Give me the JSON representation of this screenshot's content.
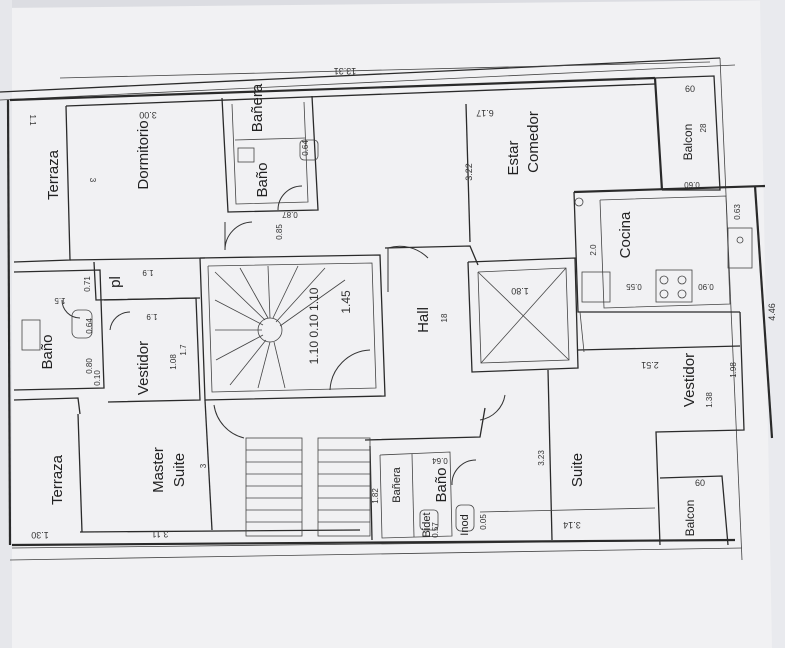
{
  "rooms": {
    "terraza_top": "Terraza",
    "dormitorio": "Dormitorio",
    "bano_top": "Baño",
    "banera_top": "Bañera",
    "estar": "Estar",
    "comedor": "Comedor",
    "balcon_top": "Balcon",
    "cocina": "Cocina",
    "pl": "pl",
    "bano_left": "Baño",
    "vestidor_left": "Vestidor",
    "hall": "Hall",
    "terraza_bottom": "Terraza",
    "master": "Master",
    "suite_master": "Suite",
    "banera_bottom": "Bañera",
    "bano_bottom": "Baño",
    "bidet": "Bidet",
    "inod": "Inod",
    "suite": "Suite",
    "vestidor_right": "Vestidor",
    "balcon_bottom": "Balcon"
  },
  "dims": {
    "overall_width": "13.31",
    "d_1_1": "1.1",
    "d_3a": "3",
    "d_300": "3.00",
    "d_617": "6.17",
    "d_322": "3.22",
    "d_60a": "60",
    "d_28": "28",
    "d_060": "0.60",
    "d_064a": "0.64",
    "d_087": "0.87",
    "d_085": "0.85",
    "d_20": "2.0",
    "d_063": "0.63",
    "d_071": "0.71",
    "d_19a": "1.9",
    "d_15": "1.5",
    "d_145": "1.45",
    "d_110": "1.10 0.10 1.10",
    "d_180": "1.80",
    "d_055": "0.55",
    "d_090": "0.90",
    "d_446": "4.46",
    "d_064b": "0.64",
    "d_19b": "1.9",
    "d_17": "1.7",
    "d_108": "1.08",
    "d_080": "0.80",
    "d_010": "0.10",
    "d_251": "2.51",
    "d_198": "1.98",
    "d_138": "1.38",
    "d_323": "3.23",
    "d_3b": "3",
    "d_182": "1.82",
    "d_064c": "0.64",
    "d_057": "0.57",
    "d_005": "0.05",
    "d_311": "3.11",
    "d_130": "1.30",
    "d_314": "3.14",
    "d_60b": "60",
    "d_18": "18"
  }
}
